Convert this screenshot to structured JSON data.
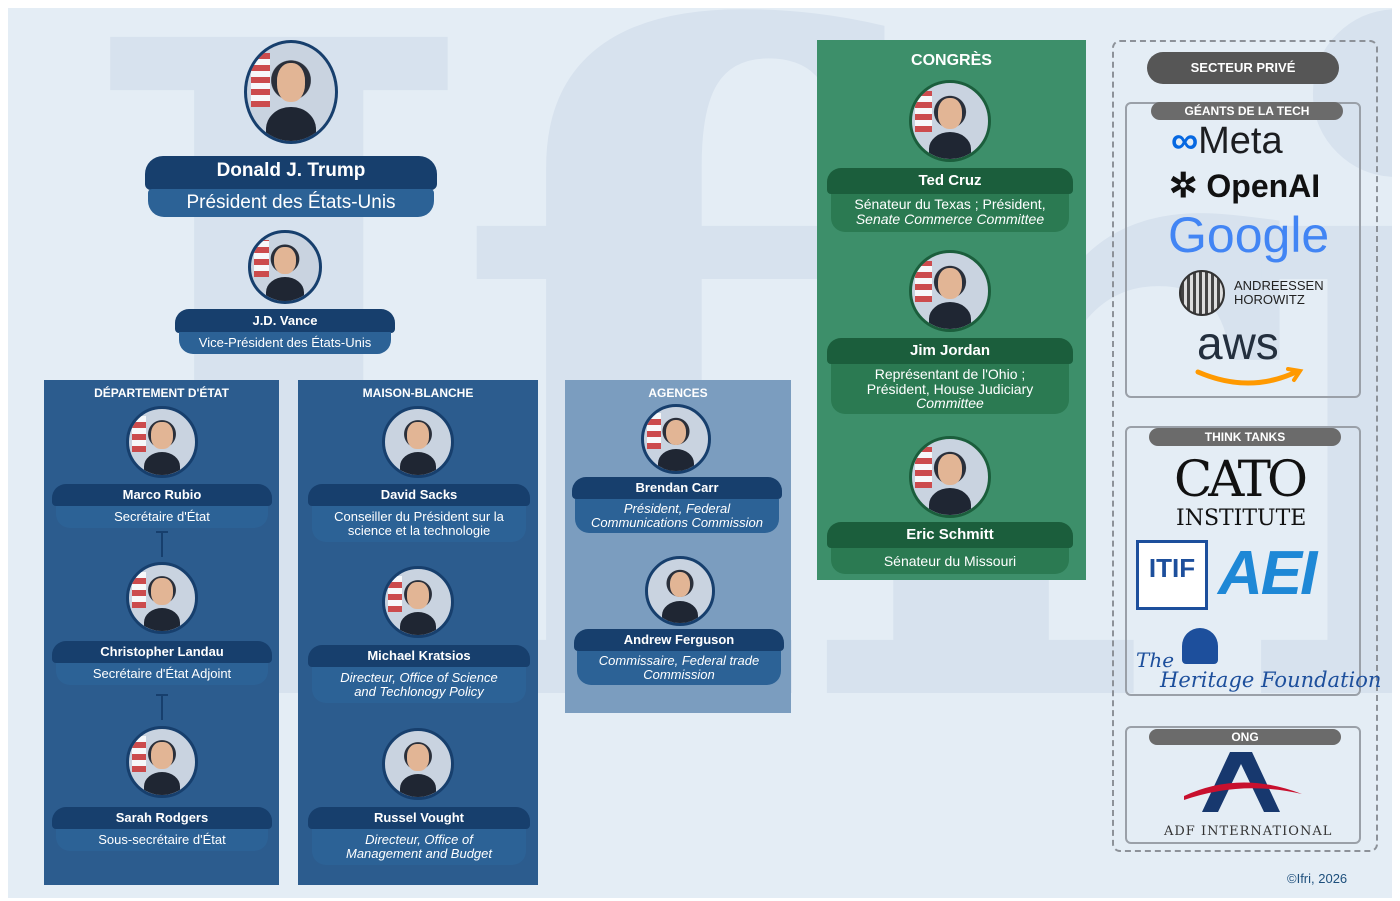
{
  "president": {
    "name": "Donald J. Trump",
    "role": "Président des États-Unis"
  },
  "vice_president": {
    "name": "J.D. Vance",
    "role": "Vice-Président des États-Unis"
  },
  "departement": {
    "title": "DÉPARTEMENT D'ÉTAT",
    "people": [
      {
        "name": "Marco Rubio",
        "role": "Secrétaire d'État"
      },
      {
        "name": "Christopher Landau",
        "role": "Secrétaire d'État Adjoint"
      },
      {
        "name": "Sarah Rodgers",
        "role": "Sous-secrétaire d'État"
      }
    ]
  },
  "maison_blanche": {
    "title": "MAISON-BLANCHE",
    "people": [
      {
        "name": "David Sacks",
        "role1": "Conseiller du Président sur la",
        "role2": "science et la technologie"
      },
      {
        "name": "Michael Kratsios",
        "role1": "Directeur, Office of Science",
        "role2": "and Techlonogy Policy"
      },
      {
        "name": "Russel Vought",
        "role1": "Directeur, Office of",
        "role2": "Management and Budget"
      }
    ]
  },
  "agences": {
    "title": "AGENCES",
    "people": [
      {
        "name": "Brendan Carr",
        "role1": "Président, Federal",
        "role2": "Communications Commission"
      },
      {
        "name": "Andrew Ferguson",
        "role1": "Commissaire, Federal trade",
        "role2": "Commission"
      }
    ]
  },
  "congres": {
    "title": "CONGRÈS",
    "people": [
      {
        "name": "Ted Cruz",
        "role1": "Sénateur du Texas ; Président,",
        "role2": "Senate Commerce Committee"
      },
      {
        "name": "Jim Jordan",
        "role1": "Représentant de l'Ohio ;",
        "role2": "Président, House Judiciary",
        "role3": "Committee"
      },
      {
        "name": "Eric Schmitt",
        "role1": "Sénateur du Missouri"
      }
    ]
  },
  "prive": {
    "title": "SECTEUR PRIVÉ",
    "tech": {
      "label": "GÉANTS DE LA TECH",
      "logos": [
        "Meta",
        "OpenAI",
        "Google",
        "ANDREESSEN",
        "HOROWITZ",
        "aws"
      ]
    },
    "think": {
      "label": "THINK TANKS",
      "logos": [
        "CATO",
        "INSTITUTE",
        "ITIF",
        "AEI",
        "The",
        "Heritage Foundation"
      ]
    },
    "ong": {
      "label": "ONG",
      "logos": [
        "ADF INTERNATIONAL"
      ]
    }
  },
  "footer": {
    "credit": "©Ifri, 2026"
  },
  "colors": {
    "navy": "#173f6d",
    "blue": "#2c6296",
    "green": "#3d8f6a",
    "darkgreen": "#1b5e3c",
    "grey": "#6b6b6b"
  }
}
